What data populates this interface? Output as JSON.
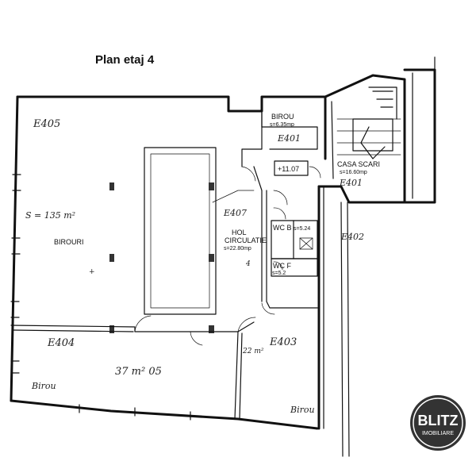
{
  "title": "Plan etaj 4",
  "rooms": {
    "birou_top": {
      "name": "BIROU",
      "area": "s=6.35mp",
      "tag": "E401"
    },
    "casa_scari": {
      "name": "CASA SCARI",
      "area": "s=16.60mp",
      "tag": "E401"
    },
    "hol": {
      "name1": "HOL",
      "name2": "CIRCULATIE",
      "area": "s=22.80mp"
    },
    "wc_b": {
      "name": "WC B",
      "area": "s=5.24"
    },
    "wc_f": {
      "name": "WC F",
      "area": "s=5.2"
    }
  },
  "level_mark": "+11.07",
  "handwritten": {
    "e405": "E405",
    "area_main": "S = 135 m²",
    "birouri": "BIROURI",
    "e404": "E404",
    "e407": "E407",
    "e402": "E402",
    "e403": "E403",
    "area_bottom": "37 m² 05",
    "area_small": "22 m²",
    "birou_left": "Birou",
    "birou_right": "Birou"
  },
  "logo": {
    "brand": "BLITZ",
    "sub": "IMOBILIARE"
  },
  "colors": {
    "ink": "#111111",
    "logo_bg": "#333333",
    "logo_text": "#ffffff"
  }
}
